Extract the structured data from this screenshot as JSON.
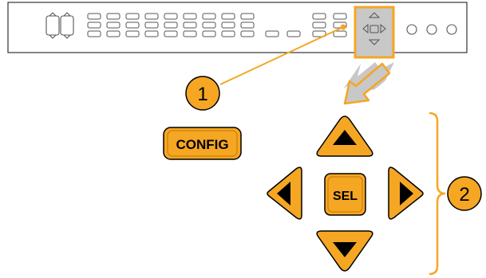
{
  "colors": {
    "accent": "#F5A623",
    "accent_dark": "#C47A00",
    "highlight": "#C8C8C8",
    "panel_stroke": "#333333"
  },
  "callouts": [
    {
      "number": "1"
    },
    {
      "number": "2"
    }
  ],
  "keys": {
    "config_label": "CONFIG",
    "sel_label": "SEL"
  },
  "icons": [
    "knob-icon",
    "arrow-up-icon",
    "arrow-down-icon",
    "arrow-left-icon",
    "arrow-right-icon",
    "select-square-icon",
    "bracket-icon",
    "pointer-arrow-icon"
  ]
}
